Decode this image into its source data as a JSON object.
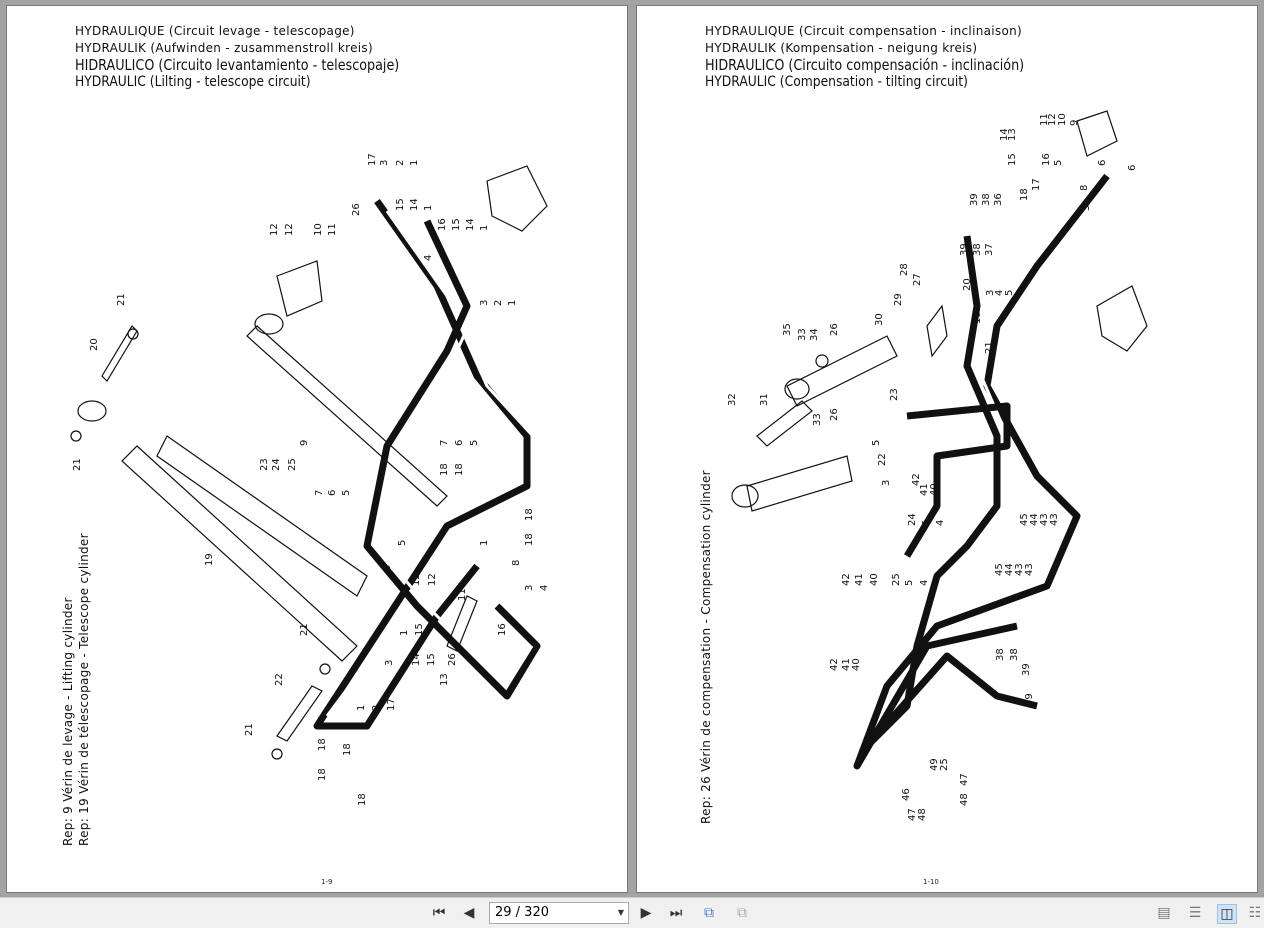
{
  "viewer": {
    "page_indicator": "29 / 320",
    "buttons": {
      "first": "first-page",
      "prev": "previous-page",
      "next": "next-page",
      "last": "last-page"
    }
  },
  "pages": [
    {
      "titles": [
        "HYDRAULIQUE (Circuit levage - telescopage)",
        "HYDRAULIK (Aufwinden - zusammenstroll kreis)",
        "HIDRAULICO (Circuito levantamiento - telescopaje)",
        "HYDRAULIC (Lilting - telescope circuit)"
      ],
      "captions": [
        "Rep: 9  Vérin de levage - Lifting cylinder",
        "Rep: 19 Vérin de télescopage - Telescope cylinder"
      ],
      "page_number": "1-9",
      "callouts": [
        "17",
        "3",
        "2",
        "1",
        "26",
        "15",
        "14",
        "1",
        "16",
        "15",
        "14",
        "1",
        "4",
        "3",
        "2",
        "1",
        "12",
        "12",
        "10",
        "11",
        "21",
        "20",
        "9",
        "21",
        "23",
        "24",
        "25",
        "7",
        "6",
        "5",
        "7",
        "6",
        "5",
        "19",
        "5",
        "18",
        "18",
        "18",
        "18",
        "12",
        "12",
        "11",
        "8",
        "3",
        "4",
        "15",
        "16",
        "13",
        "21",
        "22",
        "21",
        "18",
        "18",
        "18",
        "18",
        "1",
        "3",
        "2",
        "17",
        "1",
        "14",
        "15",
        "26",
        "5",
        "1"
      ]
    },
    {
      "titles": [
        "HYDRAULIQUE (Circuit compensation - inclinaison)",
        "HYDRAULIK (Kompensation - neigung kreis)",
        "HIDRAULICO (Circuito compensación - inclinación)",
        "HYDRAULIC (Compensation - tilting circuit)"
      ],
      "captions": [
        "Rep: 26 Vérin de compensation - Compensation cylinder"
      ],
      "page_number": "1-10",
      "callouts": [
        "11",
        "12",
        "10",
        "9",
        "14",
        "13",
        "15",
        "16",
        "5",
        "17",
        "18",
        "8",
        "5",
        "6",
        "39",
        "38",
        "36",
        "39",
        "38",
        "37",
        "28",
        "27",
        "29",
        "30",
        "26",
        "35",
        "33",
        "34",
        "32",
        "31",
        "33",
        "26",
        "23",
        "5",
        "22",
        "3",
        "42",
        "41",
        "40",
        "24",
        "5",
        "4",
        "45",
        "44",
        "43",
        "43",
        "45",
        "44",
        "43",
        "43",
        "42",
        "41",
        "40",
        "25",
        "5",
        "4",
        "38",
        "38",
        "39",
        "39",
        "42",
        "41",
        "40",
        "46",
        "47",
        "48",
        "49",
        "25",
        "47",
        "48",
        "21",
        "19",
        "20",
        "3",
        "4",
        "5",
        "6"
      ]
    }
  ]
}
